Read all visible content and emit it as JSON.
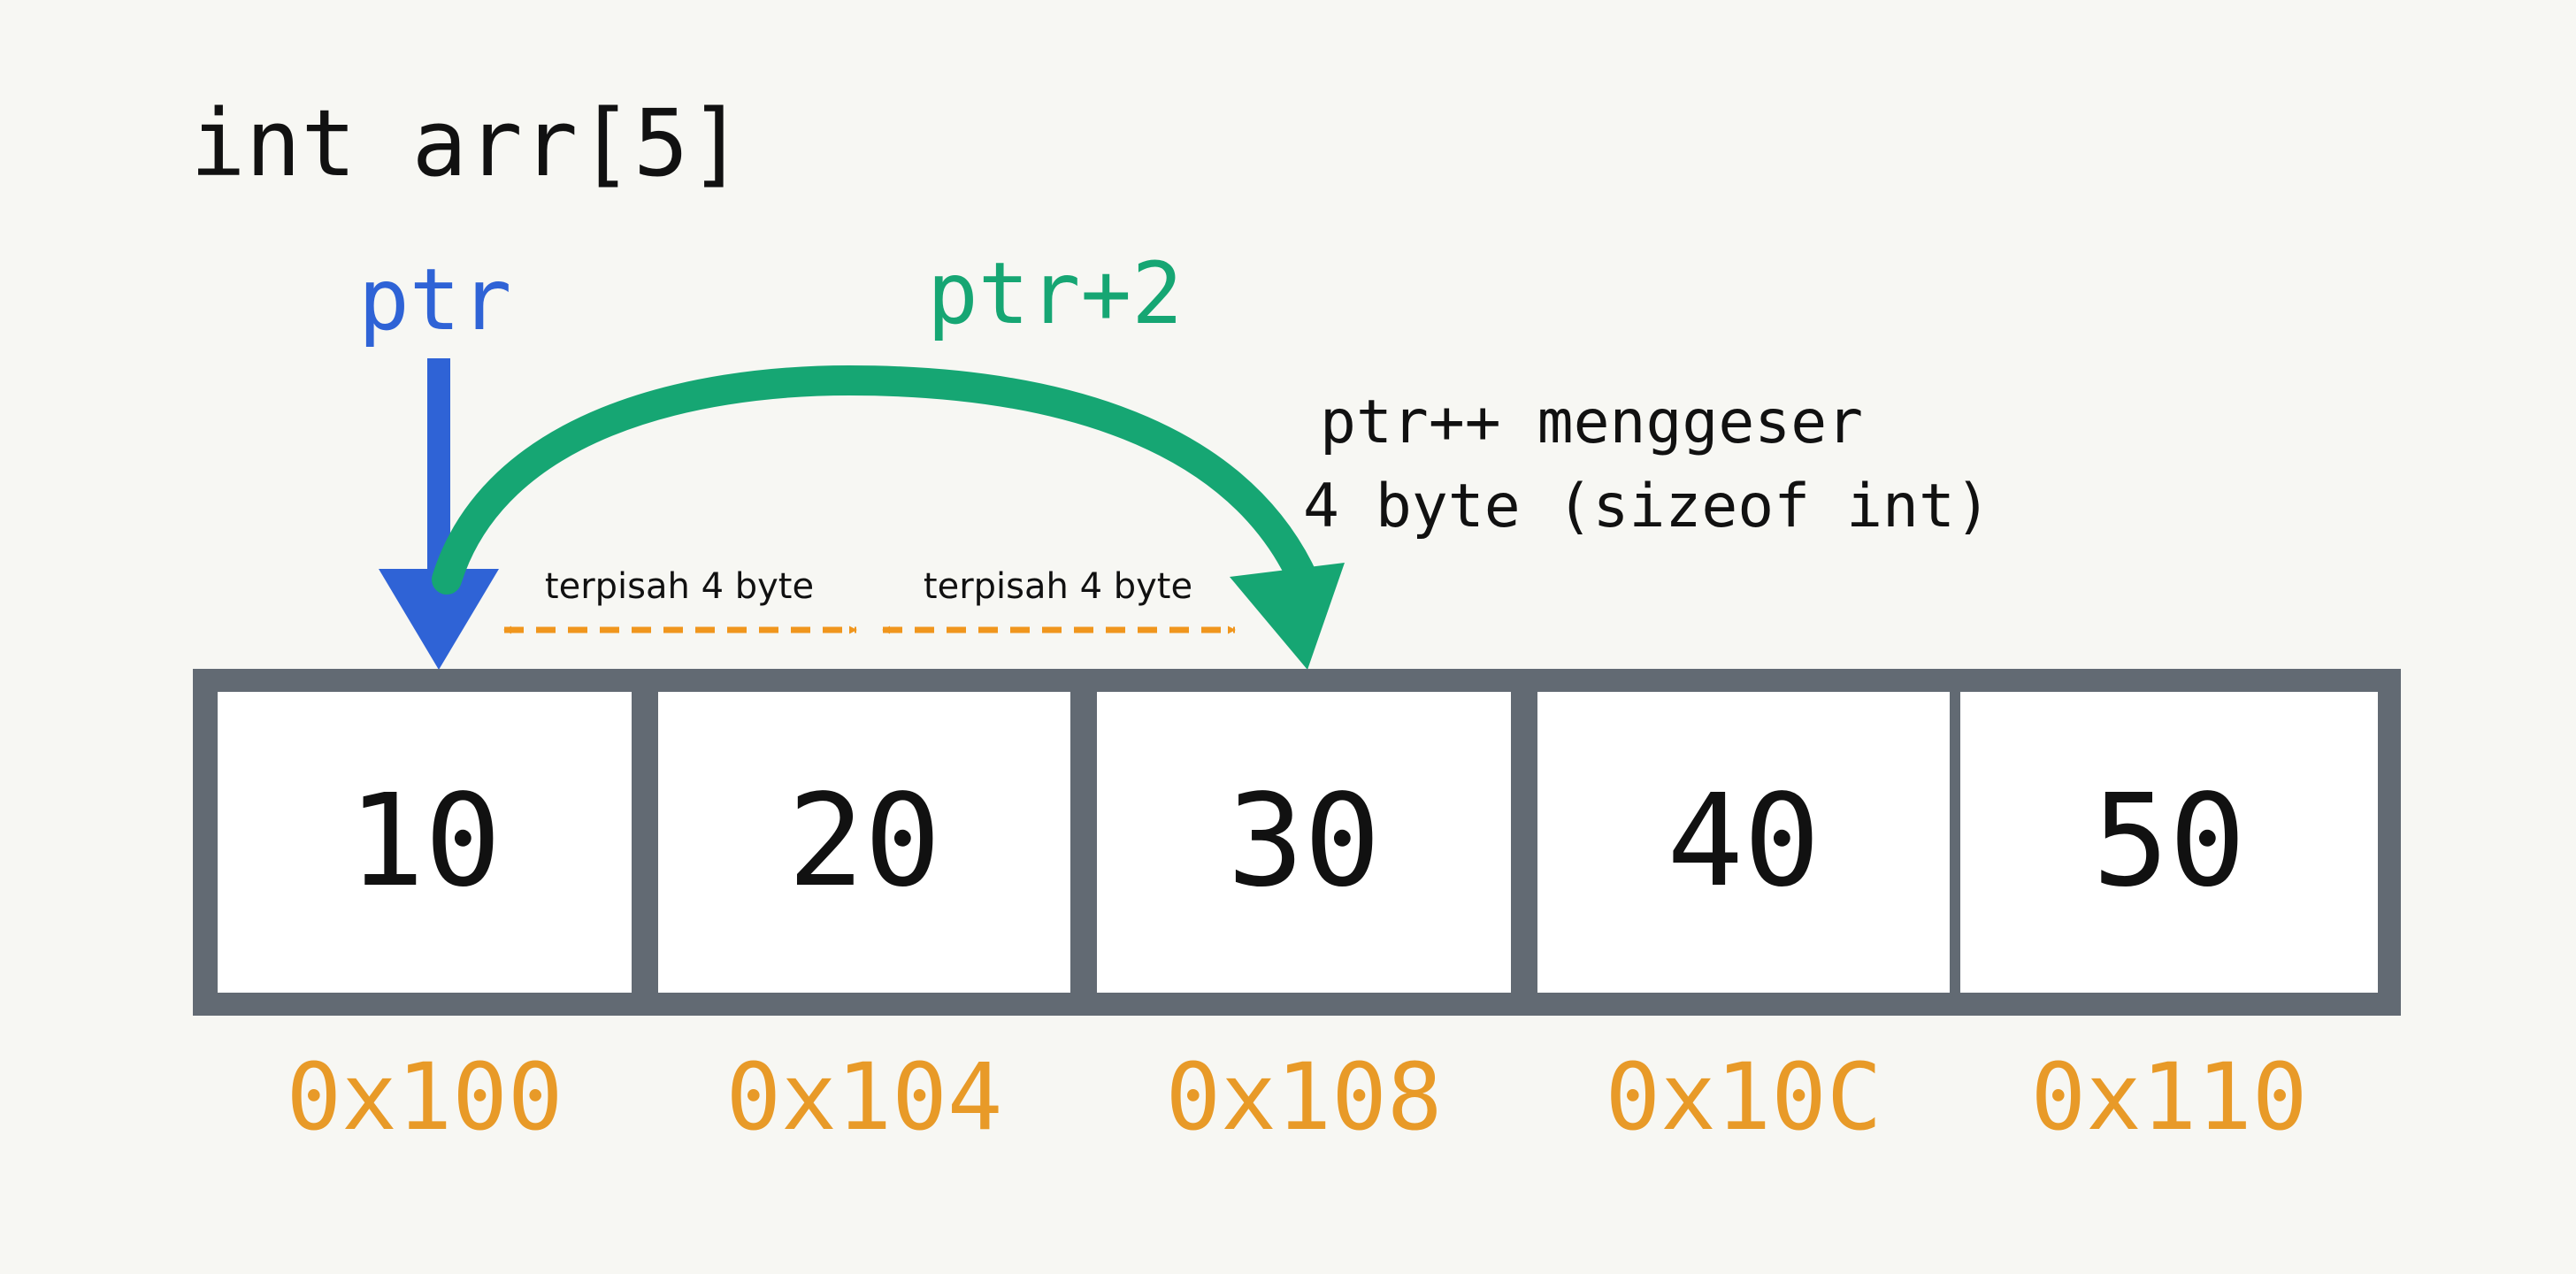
{
  "declaration": "int arr[5]",
  "pointer_label": "ptr",
  "offset_pointer_label": "ptr+2",
  "note_lines": [
    "ptr++ menggeser",
    "4 byte (sizeof int)"
  ],
  "gap_labels": [
    "terpisah 4 byte",
    "terpisah 4 byte"
  ],
  "cells": [
    {
      "value": "10",
      "address": "0x100"
    },
    {
      "value": "20",
      "address": "0x104"
    },
    {
      "value": "30",
      "address": "0x108"
    },
    {
      "value": "40",
      "address": "0x10C"
    },
    {
      "value": "50",
      "address": "0x110"
    }
  ],
  "colors": {
    "background": "#f7f7f3",
    "pointer": "#2f63d6",
    "offset_pointer": "#16a673",
    "gap": "#f0961d",
    "address": "#e89a28",
    "cell_border": "#626a73",
    "text": "#111111"
  }
}
